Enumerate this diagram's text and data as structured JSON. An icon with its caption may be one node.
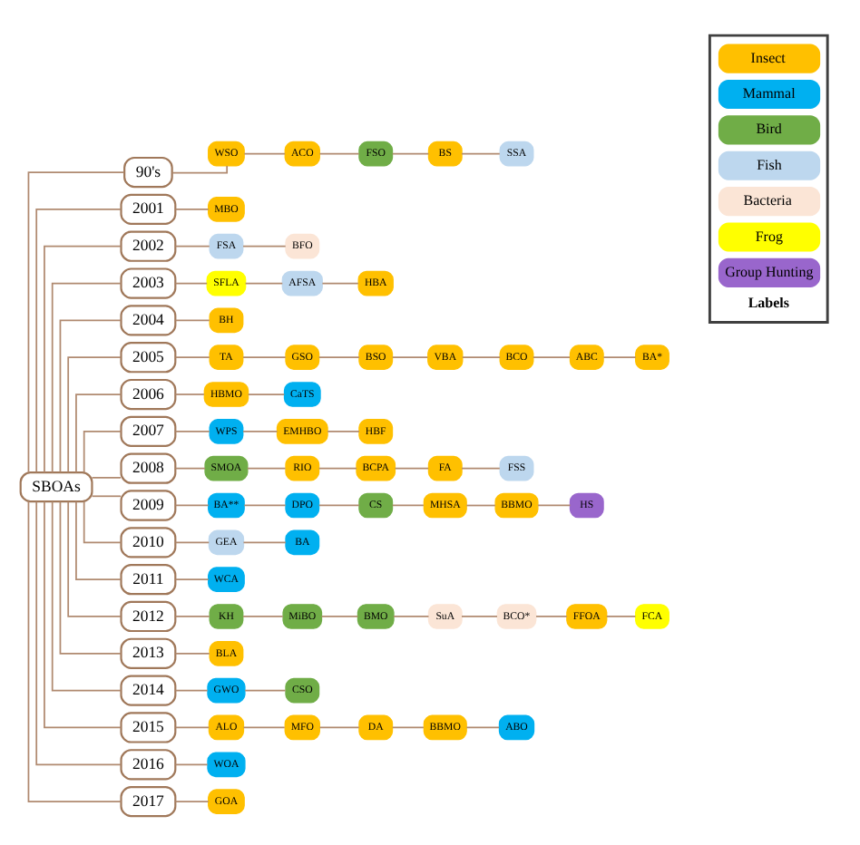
{
  "diagram": {
    "nodes": [
      {
        "text": [
          "SBOAs"
        ]
      },
      {
        "text": [
          "90's"
        ]
      },
      {
        "text": [
          "WSO"
        ]
      },
      {
        "text": [
          "ACO"
        ]
      },
      {
        "text": [
          "FSO"
        ]
      },
      {
        "text": [
          "BS"
        ]
      },
      {
        "text": [
          "SSA"
        ]
      },
      {
        "text": [
          "2001"
        ]
      },
      {
        "text": [
          "MBO"
        ]
      },
      {
        "text": [
          "2002"
        ]
      },
      {
        "text": [
          "FSA"
        ]
      },
      {
        "text": [
          "BFO"
        ]
      },
      {
        "text": [
          "2003"
        ]
      },
      {
        "text": [
          "SFLA"
        ]
      },
      {
        "text": [
          "AFSA"
        ]
      },
      {
        "text": [
          "HBA"
        ]
      },
      {
        "text": [
          "2004"
        ]
      },
      {
        "text": [
          "BH"
        ]
      },
      {
        "text": [
          "2005"
        ]
      },
      {
        "text": [
          "TA"
        ]
      },
      {
        "text": [
          "GSO"
        ]
      },
      {
        "text": [
          "BSO"
        ]
      },
      {
        "text": [
          "VBA"
        ]
      },
      {
        "text": [
          "BCO"
        ]
      },
      {
        "text": [
          "ABC"
        ]
      },
      {
        "text": [
          "BA*"
        ]
      },
      {
        "text": [
          "2006"
        ]
      },
      {
        "text": [
          "HBMO"
        ]
      },
      {
        "text": [
          "CaTS"
        ]
      },
      {
        "text": [
          "2007"
        ]
      },
      {
        "text": [
          "WPS"
        ]
      },
      {
        "text": [
          "EMHBO"
        ]
      },
      {
        "text": [
          "HBF"
        ]
      },
      {
        "text": [
          "2008"
        ]
      },
      {
        "text": [
          "SMOA"
        ]
      },
      {
        "text": [
          "RIO"
        ]
      },
      {
        "text": [
          "BCPA"
        ]
      },
      {
        "text": [
          "FA"
        ]
      },
      {
        "text": [
          "FSS"
        ]
      },
      {
        "text": [
          "2009"
        ]
      },
      {
        "text": [
          "BA**"
        ]
      },
      {
        "text": [
          "DPO"
        ]
      },
      {
        "text": [
          "CS"
        ]
      },
      {
        "text": [
          "MHSA"
        ]
      },
      {
        "text": [
          "BBMO"
        ]
      },
      {
        "text": [
          "HS"
        ]
      },
      {
        "text": [
          "2010"
        ]
      },
      {
        "text": [
          "GEA"
        ]
      },
      {
        "text": [
          "BA"
        ]
      },
      {
        "text": [
          "2011"
        ]
      },
      {
        "text": [
          "WCA"
        ]
      },
      {
        "text": [
          "2012"
        ]
      },
      {
        "text": [
          "KH"
        ]
      },
      {
        "text": [
          "MiBO"
        ]
      },
      {
        "text": [
          "BMO"
        ]
      },
      {
        "text": [
          "SuA"
        ]
      },
      {
        "text": [
          "BCO*"
        ]
      },
      {
        "text": [
          "FFOA"
        ]
      },
      {
        "text": [
          "FCA"
        ]
      },
      {
        "text": [
          "2013"
        ]
      },
      {
        "text": [
          "BLA"
        ]
      },
      {
        "text": [
          "2014"
        ]
      },
      {
        "text": [
          "GWO"
        ]
      },
      {
        "text": [
          "CSO"
        ]
      },
      {
        "text": [
          "2015"
        ]
      },
      {
        "text": [
          "ALO"
        ]
      },
      {
        "text": [
          "MFO"
        ]
      },
      {
        "text": [
          "DA"
        ]
      },
      {
        "text": [
          "BBMO"
        ]
      },
      {
        "text": [
          "ABO"
        ]
      },
      {
        "text": [
          "2016"
        ]
      },
      {
        "text": [
          "WOA"
        ]
      },
      {
        "text": [
          "2017"
        ]
      },
      {
        "text": [
          "GOA"
        ]
      }
    ],
    "edges": [
      {
        "from": 0,
        "to": 1,
        "arrow": "none"
      },
      {
        "from": 0,
        "to": 7,
        "arrow": "none"
      },
      {
        "from": 0,
        "to": 9,
        "arrow": "none"
      },
      {
        "from": 0,
        "to": 12,
        "arrow": "none"
      },
      {
        "from": 0,
        "to": 16,
        "arrow": "none"
      },
      {
        "from": 0,
        "to": 18,
        "arrow": "none"
      },
      {
        "from": 0,
        "to": 26,
        "arrow": "none"
      },
      {
        "from": 0,
        "to": 29,
        "arrow": "none"
      },
      {
        "from": 0,
        "to": 33,
        "arrow": "none"
      },
      {
        "from": 0,
        "to": 39,
        "arrow": "none"
      },
      {
        "from": 0,
        "to": 46,
        "arrow": "none"
      },
      {
        "from": 0,
        "to": 49,
        "arrow": "none"
      },
      {
        "from": 0,
        "to": 51,
        "arrow": "none"
      },
      {
        "from": 0,
        "to": 59,
        "arrow": "none"
      },
      {
        "from": 0,
        "to": 61,
        "arrow": "none"
      },
      {
        "from": 0,
        "to": 64,
        "arrow": "none"
      },
      {
        "from": 0,
        "to": 70,
        "arrow": "none"
      },
      {
        "from": 0,
        "to": 72,
        "arrow": "none"
      },
      {
        "from": 1,
        "to": 2,
        "arrow": "none"
      },
      {
        "from": 2,
        "to": 3,
        "arrow": "none"
      },
      {
        "from": 3,
        "to": 4,
        "arrow": "none"
      },
      {
        "from": 4,
        "to": 5,
        "arrow": "none"
      },
      {
        "from": 5,
        "to": 6,
        "arrow": "none"
      },
      {
        "from": 7,
        "to": 8,
        "arrow": "none"
      },
      {
        "from": 9,
        "to": 10,
        "arrow": "none"
      },
      {
        "from": 10,
        "to": 11,
        "arrow": "none"
      },
      {
        "from": 12,
        "to": 13,
        "arrow": "none"
      },
      {
        "from": 13,
        "to": 14,
        "arrow": "none"
      },
      {
        "from": 14,
        "to": 15,
        "arrow": "none"
      },
      {
        "from": 16,
        "to": 17,
        "arrow": "none"
      },
      {
        "from": 18,
        "to": 19,
        "arrow": "none"
      },
      {
        "from": 19,
        "to": 20,
        "arrow": "none"
      },
      {
        "from": 20,
        "to": 21,
        "arrow": "none"
      },
      {
        "from": 21,
        "to": 22,
        "arrow": "none"
      },
      {
        "from": 22,
        "to": 23,
        "arrow": "none"
      },
      {
        "from": 23,
        "to": 24,
        "arrow": "none"
      },
      {
        "from": 24,
        "to": 25,
        "arrow": "none"
      },
      {
        "from": 26,
        "to": 27,
        "arrow": "none"
      },
      {
        "from": 27,
        "to": 28,
        "arrow": "none"
      },
      {
        "from": 29,
        "to": 30,
        "arrow": "none"
      },
      {
        "from": 30,
        "to": 31,
        "arrow": "none"
      },
      {
        "from": 31,
        "to": 32,
        "arrow": "none"
      },
      {
        "from": 33,
        "to": 34,
        "arrow": "none"
      },
      {
        "from": 34,
        "to": 35,
        "arrow": "none"
      },
      {
        "from": 35,
        "to": 36,
        "arrow": "none"
      },
      {
        "from": 36,
        "to": 37,
        "arrow": "none"
      },
      {
        "from": 37,
        "to": 38,
        "arrow": "none"
      },
      {
        "from": 39,
        "to": 40,
        "arrow": "none"
      },
      {
        "from": 40,
        "to": 41,
        "arrow": "none"
      },
      {
        "from": 41,
        "to": 42,
        "arrow": "none"
      },
      {
        "from": 42,
        "to": 43,
        "arrow": "none"
      },
      {
        "from": 43,
        "to": 44,
        "arrow": "none"
      },
      {
        "from": 44,
        "to": 45,
        "arrow": "none"
      },
      {
        "from": 46,
        "to": 47,
        "arrow": "none"
      },
      {
        "from": 47,
        "to": 48,
        "arrow": "none"
      },
      {
        "from": 49,
        "to": 50,
        "arrow": "none"
      },
      {
        "from": 51,
        "to": 52,
        "arrow": "none"
      },
      {
        "from": 52,
        "to": 53,
        "arrow": "none"
      },
      {
        "from": 53,
        "to": 54,
        "arrow": "none"
      },
      {
        "from": 54,
        "to": 55,
        "arrow": "none"
      },
      {
        "from": 55,
        "to": 56,
        "arrow": "none"
      },
      {
        "from": 56,
        "to": 57,
        "arrow": "none"
      },
      {
        "from": 57,
        "to": 58,
        "arrow": "none"
      },
      {
        "from": 59,
        "to": 60,
        "arrow": "none"
      },
      {
        "from": 61,
        "to": 62,
        "arrow": "none"
      },
      {
        "from": 62,
        "to": 63,
        "arrow": "none"
      },
      {
        "from": 64,
        "to": 65,
        "arrow": "none"
      },
      {
        "from": 65,
        "to": 66,
        "arrow": "none"
      },
      {
        "from": 66,
        "to": 67,
        "arrow": "none"
      },
      {
        "from": 67,
        "to": 68,
        "arrow": "none"
      },
      {
        "from": 68,
        "to": 69,
        "arrow": "none"
      },
      {
        "from": 70,
        "to": 71,
        "arrow": "none"
      },
      {
        "from": 72,
        "to": 73,
        "arrow": "none"
      }
    ],
    "labels": [
      "Labels"
    ],
    "legend": [
      {
        "text": "Insect",
        "color": "#ffc000"
      },
      {
        "text": "Mammal",
        "color": "#00b0f0"
      },
      {
        "text": "Bird",
        "color": "#70ad47"
      },
      {
        "text": "Fish",
        "color": "#bdd7ee"
      },
      {
        "text": "Bacteria",
        "color": "#fbe5d6"
      },
      {
        "text": "Frog",
        "color": "#ffff00"
      },
      {
        "text": "Group Hunting",
        "color": "#9966cc"
      }
    ]
  }
}
